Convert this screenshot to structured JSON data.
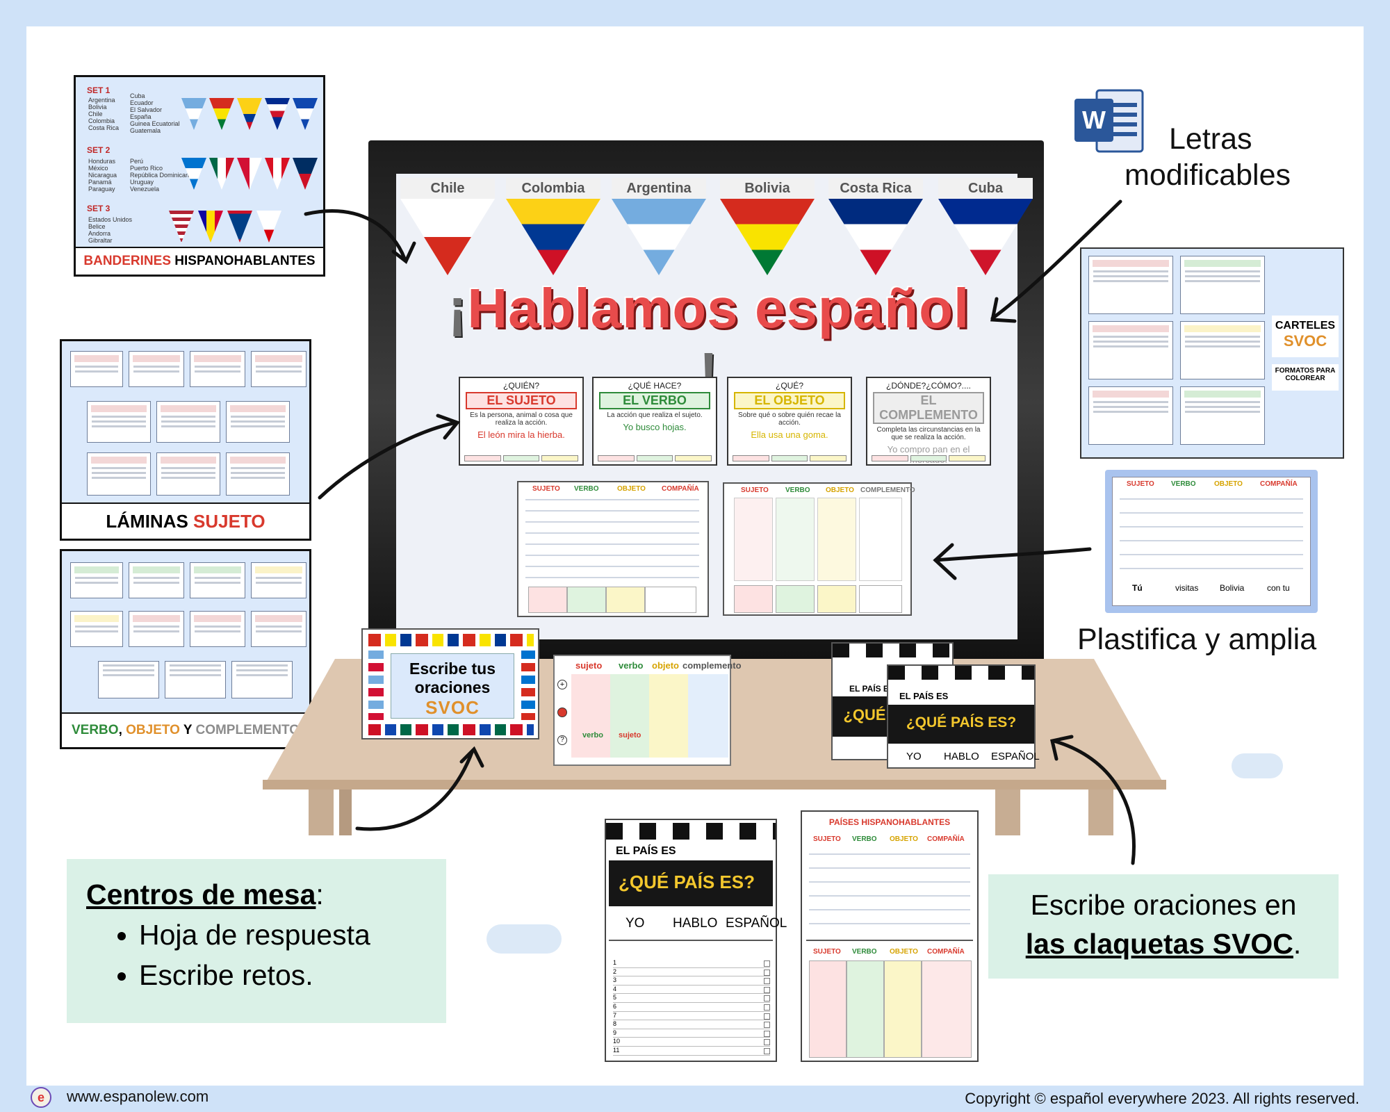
{
  "board": {
    "title_open": "¡",
    "title_main": "Hablamos español",
    "title_close": "!",
    "pennants": [
      {
        "name": "Chile",
        "colors": [
          "#ffffff",
          "#d52b1e"
        ]
      },
      {
        "name": "Colombia",
        "colors": [
          "#fcd116",
          "#003893",
          "#ce1126"
        ]
      },
      {
        "name": "Argentina",
        "colors": [
          "#74acdf",
          "#ffffff",
          "#74acdf"
        ]
      },
      {
        "name": "Bolivia",
        "colors": [
          "#d52b1e",
          "#f9e300",
          "#007934"
        ]
      },
      {
        "name": "Costa Rica",
        "colors": [
          "#002b7f",
          "#ffffff",
          "#ce1126"
        ]
      },
      {
        "name": "Cuba",
        "colors": [
          "#002a8f",
          "#ffffff",
          "#cf142b"
        ]
      }
    ],
    "cards": [
      {
        "question": "¿QUIÉN?",
        "heading": "EL SUJETO",
        "desc": "Es la persona, animal o cosa que realiza la acción.",
        "example": "El león mira la hierba.",
        "color": "#d8392d",
        "bg": "#fde2e2"
      },
      {
        "question": "¿QUÉ HACE?",
        "heading": "EL VERBO",
        "desc": "La acción que realiza el sujeto.",
        "example": "Yo busco hojas.",
        "color": "#2e8b3a",
        "bg": "#dff3df"
      },
      {
        "question": "¿QUÉ?",
        "heading": "EL OBJETO",
        "desc": "Sobre qué o sobre quién recae la acción.",
        "example": "Ella usa una goma.",
        "color": "#d6b500",
        "bg": "#fbf6c8"
      },
      {
        "question": "¿DÓNDE?¿CÓMO?....",
        "heading": "EL COMPLEMENTO",
        "desc": "Completa las circunstancias en la que se realiza la acción.",
        "example": "Yo compro pan en el mercado.",
        "color": "#9a9a9a",
        "bg": "#eeeeee"
      }
    ],
    "sheet_headers": [
      "SUJETO",
      "VERBO",
      "OBJETO",
      "COMPAÑÍA"
    ],
    "blank_headers": [
      "SUJETO",
      "VERBO",
      "OBJETO",
      "COMPLEMENTO"
    ]
  },
  "left": {
    "banderines": {
      "caption_red": "BANDERINES",
      "caption_black": "HISPANOHABLANTES",
      "sets": [
        {
          "label": "SET 1",
          "list_a": [
            "Argentina",
            "Bolivia",
            "Chile",
            "Colombia",
            "Costa Rica"
          ],
          "list_b": [
            "Cuba",
            "Ecuador",
            "El Salvador",
            "España",
            "Guinea Ecuatorial",
            "Guatemala"
          ]
        },
        {
          "label": "SET 2",
          "list_a": [
            "Honduras",
            "México",
            "Nicaragua",
            "Panamá",
            "Paraguay"
          ],
          "list_b": [
            "Perú",
            "Puerto Rico",
            "República Dominicana",
            "Uruguay",
            "Venezuela"
          ]
        },
        {
          "label": "SET 3",
          "list_a": [
            "Estados Unidos",
            "Belice",
            "Andorra",
            "Gibraltar"
          ],
          "list_b": []
        }
      ]
    },
    "laminas": {
      "caption_black": "LÁMINAS",
      "caption_red": "SUJETO"
    },
    "verbo": {
      "w1": "VERBO",
      "sep1": ",",
      "w2": "OBJETO",
      "sep2": "Y",
      "w3": "COMPLEMENTO"
    }
  },
  "table": {
    "flag_card_line1": "Escribe tus",
    "flag_card_line2": "oraciones",
    "flag_card_svoc": "SVOC",
    "tent_headers": [
      "sujeto",
      "verbo",
      "objeto",
      "complemento"
    ],
    "tent_lower": [
      "verbo",
      "sujeto"
    ],
    "claq_label": "EL PAÍS ES",
    "claq_question": "¿QUÉ PAÍS ES?",
    "claq_question_short": "¿QUÉ",
    "claq_cols": [
      "YO",
      "HABLO",
      "ESPAÑOL"
    ]
  },
  "right": {
    "word_letter": "W",
    "letras_line1": "Letras",
    "letras_line2": "modificables",
    "carteles_line1": "CARTELES",
    "carteles_line2": "SVOC",
    "carteles_line3": "FORMATOS PARA COLOREAR",
    "plastifica": "Plastifica y amplia",
    "plast_row": [
      "Tú",
      "visitas",
      "Bolivia",
      "con tu"
    ]
  },
  "bottom": {
    "centros_title": "Centros de mesa",
    "centros_colon": ":",
    "centros_items": [
      "Hoja de respuesta",
      "Escribe retos."
    ],
    "escribe_line1": "Escribe oraciones en",
    "escribe_line2": "las claquetas SVOC",
    "escribe_dot": ".",
    "paises_title": "PAÍSES HISPANOHABLANTES",
    "numbers": [
      "1",
      "2",
      "3",
      "4",
      "5",
      "6",
      "7",
      "8",
      "9",
      "10",
      "11"
    ]
  },
  "footer": {
    "logo": "e",
    "url": "www.espanolew.com",
    "copyright": "Copyright © español everywhere 2023. All rights reserved."
  }
}
